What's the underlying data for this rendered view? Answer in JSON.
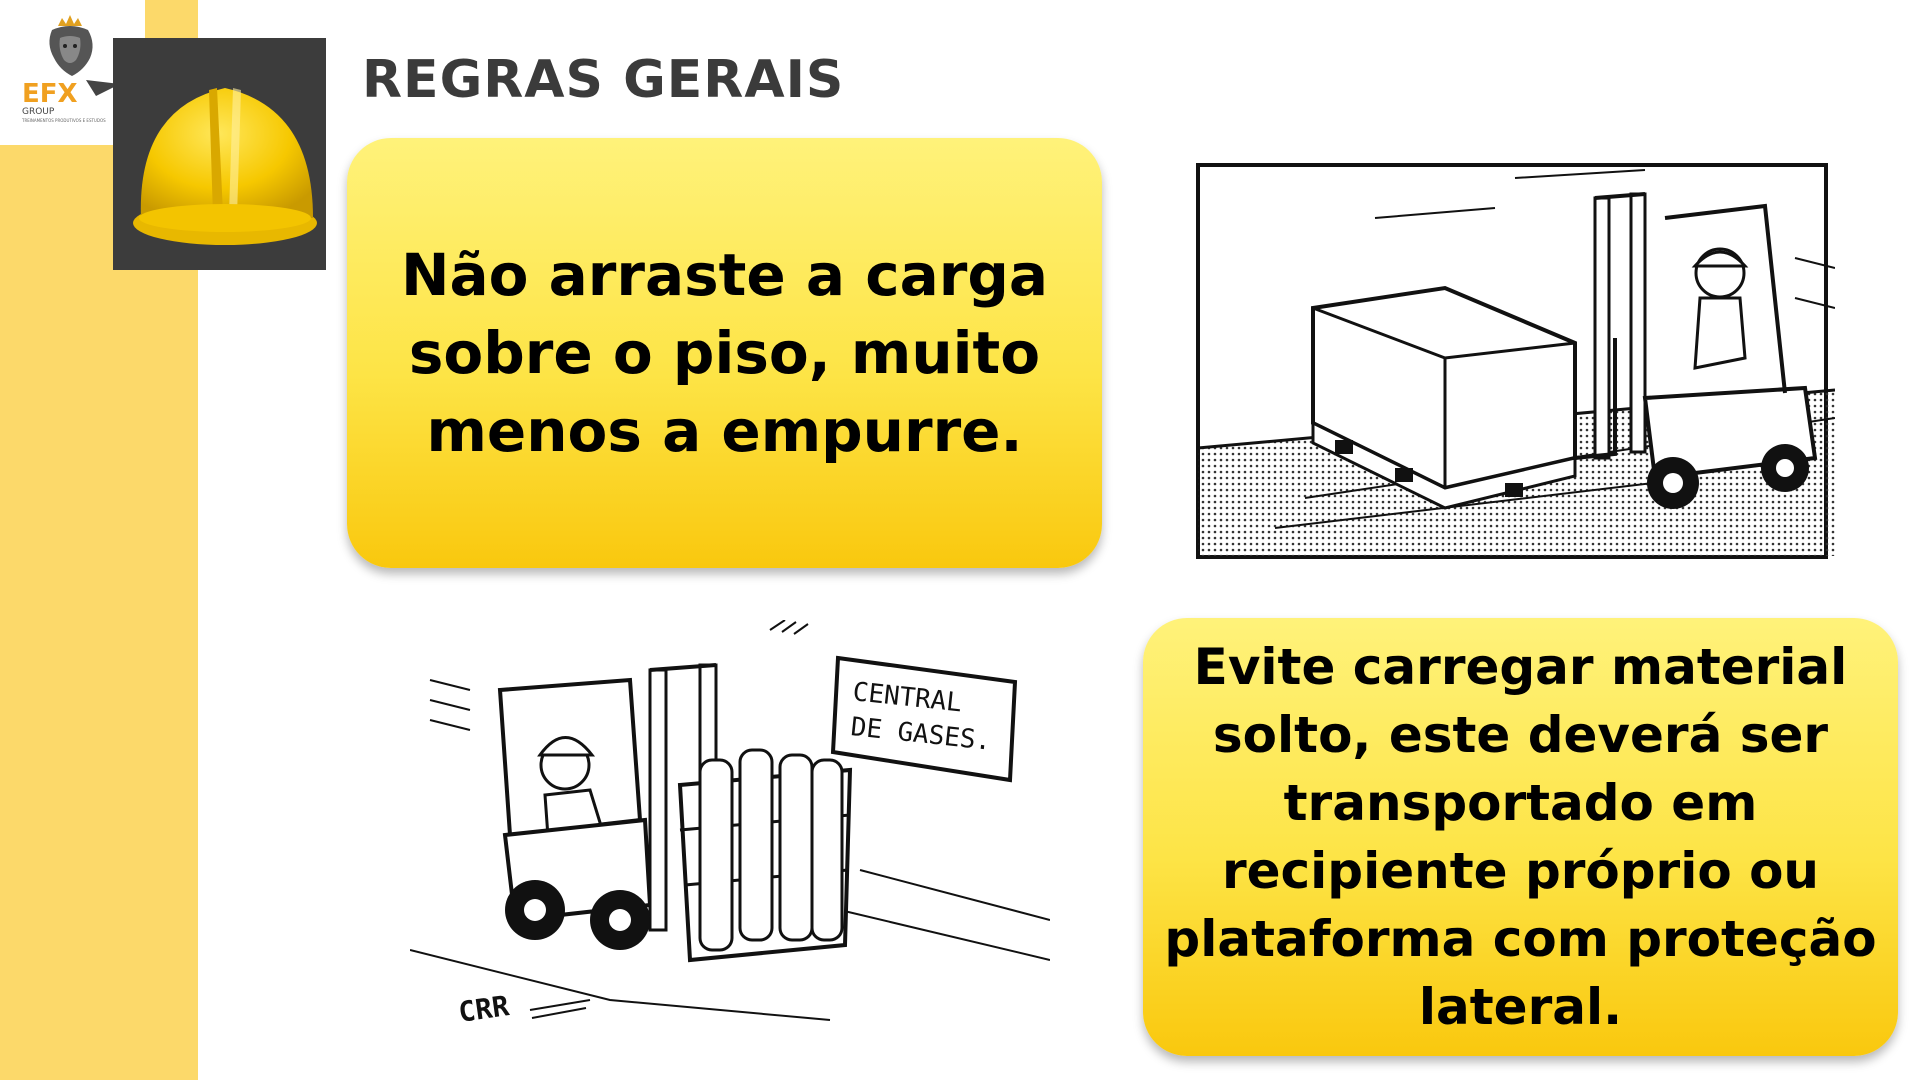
{
  "header": {
    "title": "REGRAS GERAIS"
  },
  "logo": {
    "letters": "EFX",
    "sub": "GROUP",
    "tagline": "TREINAMENTOS PRODUTIVOS E ESTUDOS"
  },
  "callouts": [
    {
      "text": "Não arraste a carga sobre o piso, muito menos a empurre."
    },
    {
      "text": "Evite carregar material solto, este deverá ser transportado em recipiente próprio ou plataforma com proteção lateral."
    }
  ],
  "illustration_2": {
    "sign_line_1": "CENTRAL",
    "sign_line_2": "DE GASES.",
    "sound": "CRR"
  },
  "colors": {
    "stripe": "#fcd96a",
    "callout_top": "#fff27a",
    "callout_bottom": "#f9c80e",
    "title": "#3b3b3b",
    "helmet_tile": "#3c3c3c",
    "helmet": "#f6c800",
    "logo_orange": "#f0a020"
  }
}
